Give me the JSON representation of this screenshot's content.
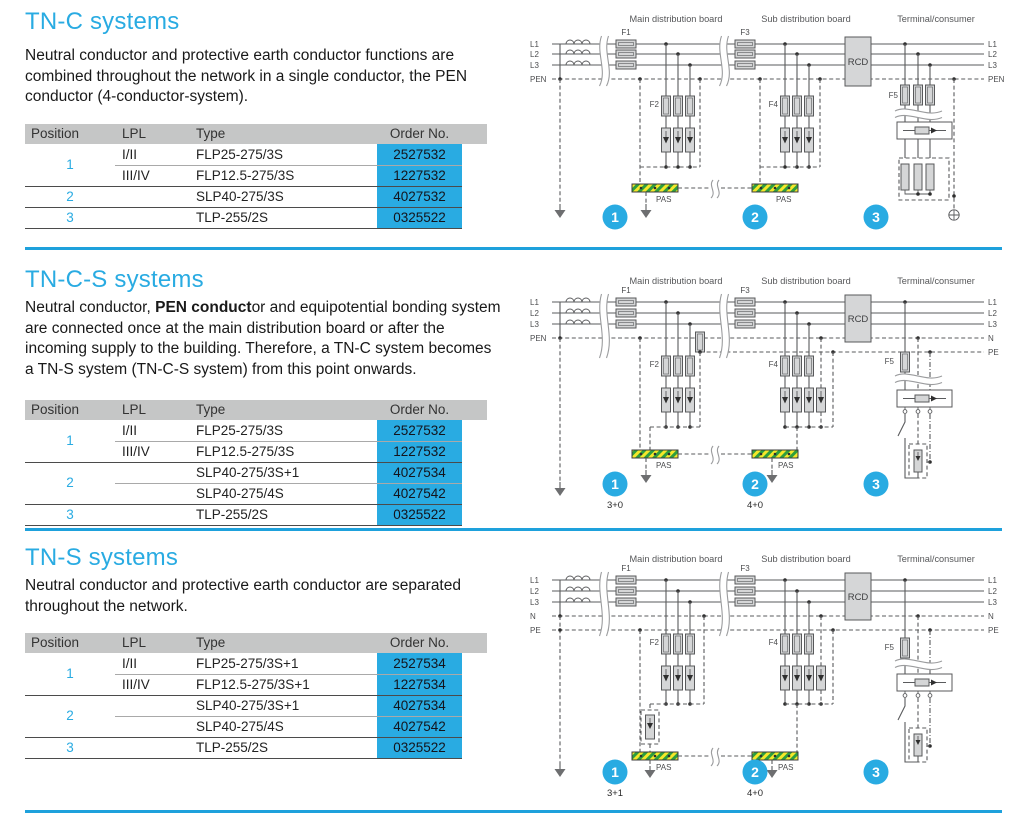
{
  "accent": "#29abe2",
  "s1": {
    "heading": "TN-C systems",
    "para": "Neutral conductor and protective earth conductor functions are combined throughout the network in a single conductor, the PEN conductor (4-conductor-system).",
    "table": {
      "headers": [
        "Position",
        "LPL",
        "Type",
        "Order No."
      ],
      "rows": [
        {
          "pos": "1",
          "lpl": "I/II",
          "type": "FLP25-275/3S",
          "order": "2527532"
        },
        {
          "pos": "",
          "lpl": "III/IV",
          "type": "FLP12.5-275/3S",
          "order": "1227532"
        },
        {
          "pos": "2",
          "lpl": "",
          "type": "SLP40-275/3S",
          "order": "4027532"
        },
        {
          "pos": "3",
          "lpl": "",
          "type": "TLP-255/2S",
          "order": "0325522"
        }
      ]
    }
  },
  "s2": {
    "heading": "TN-C-S systems",
    "para_pre": "Neutral conductor, ",
    "para_bold": "PEN conduct",
    "para_post": "or and equipotential bonding system are connected once at the main distribution board or after the incoming supply to the building. Therefore, a TN-C system becomes a TN-S system (TN-C-S system) from this point onwards.",
    "table": {
      "headers": [
        "Position",
        "LPL",
        "Type",
        "Order No."
      ],
      "rows": [
        {
          "pos": "1",
          "lpl": "I/II",
          "type": "FLP25-275/3S",
          "order": "2527532"
        },
        {
          "pos": "",
          "lpl": "III/IV",
          "type": "FLP12.5-275/3S",
          "order": "1227532"
        },
        {
          "pos": "2",
          "lpl": "",
          "type": "SLP40-275/3S+1",
          "order": "4027534"
        },
        {
          "pos": "",
          "lpl": "",
          "type": "SLP40-275/4S",
          "order": "4027542"
        },
        {
          "pos": "3",
          "lpl": "",
          "type": "TLP-255/2S",
          "order": "0325522"
        }
      ]
    }
  },
  "s3": {
    "heading": "TN-S systems",
    "para": "Neutral conductor and protective earth conductor are separated throughout the network.",
    "table": {
      "headers": [
        "Position",
        "LPL",
        "Type",
        "Order No."
      ],
      "rows": [
        {
          "pos": "1",
          "lpl": "I/II",
          "type": "FLP25-275/3S+1",
          "order": "2527534"
        },
        {
          "pos": "",
          "lpl": "III/IV",
          "type": "FLP12.5-275/3S+1",
          "order": "1227534"
        },
        {
          "pos": "2",
          "lpl": "",
          "type": "SLP40-275/3S+1",
          "order": "4027534"
        },
        {
          "pos": "",
          "lpl": "",
          "type": "SLP40-275/4S",
          "order": "4027542"
        },
        {
          "pos": "3",
          "lpl": "",
          "type": "TLP-255/2S",
          "order": "0325522"
        }
      ]
    }
  },
  "d1": {
    "boards": [
      "Main distribution board",
      "Sub distribution board",
      "Terminal/consumer"
    ],
    "left": [
      "L1",
      "L2",
      "L3",
      "PEN"
    ],
    "right": [
      "L1",
      "L2",
      "L3",
      "PEN"
    ],
    "f1": "F1",
    "f2": "F2",
    "f3": "F3",
    "f4": "F4",
    "f5": "F5",
    "rcd": "RCD",
    "pas": "PAS",
    "m1": "1",
    "m2": "2",
    "m3": "3"
  },
  "d2": {
    "boards": [
      "Main distribution board",
      "Sub distribution board",
      "Terminal/consumer"
    ],
    "left": [
      "L1",
      "L2",
      "L3",
      "PEN"
    ],
    "right": [
      "L1",
      "L2",
      "L3",
      "N",
      "PE"
    ],
    "f1": "F1",
    "f2": "F2",
    "f3": "F3",
    "f4": "F4",
    "f5": "F5",
    "rcd": "RCD",
    "pas": "PAS",
    "m1": "1",
    "m2": "2",
    "m3": "3",
    "note1": "3+0",
    "note2": "4+0"
  },
  "d3": {
    "boards": [
      "Main distribution board",
      "Sub distribution board",
      "Terminal/consumer"
    ],
    "left": [
      "L1",
      "L2",
      "L3",
      "N",
      "PE"
    ],
    "right": [
      "L1",
      "L2",
      "L3",
      "N",
      "PE"
    ],
    "f1": "F1",
    "f2": "F2",
    "f3": "F3",
    "f4": "F4",
    "f5": "F5",
    "rcd": "RCD",
    "pas": "PAS",
    "m1": "1",
    "m2": "2",
    "m3": "3",
    "note1": "3+1",
    "note2": "4+0"
  }
}
